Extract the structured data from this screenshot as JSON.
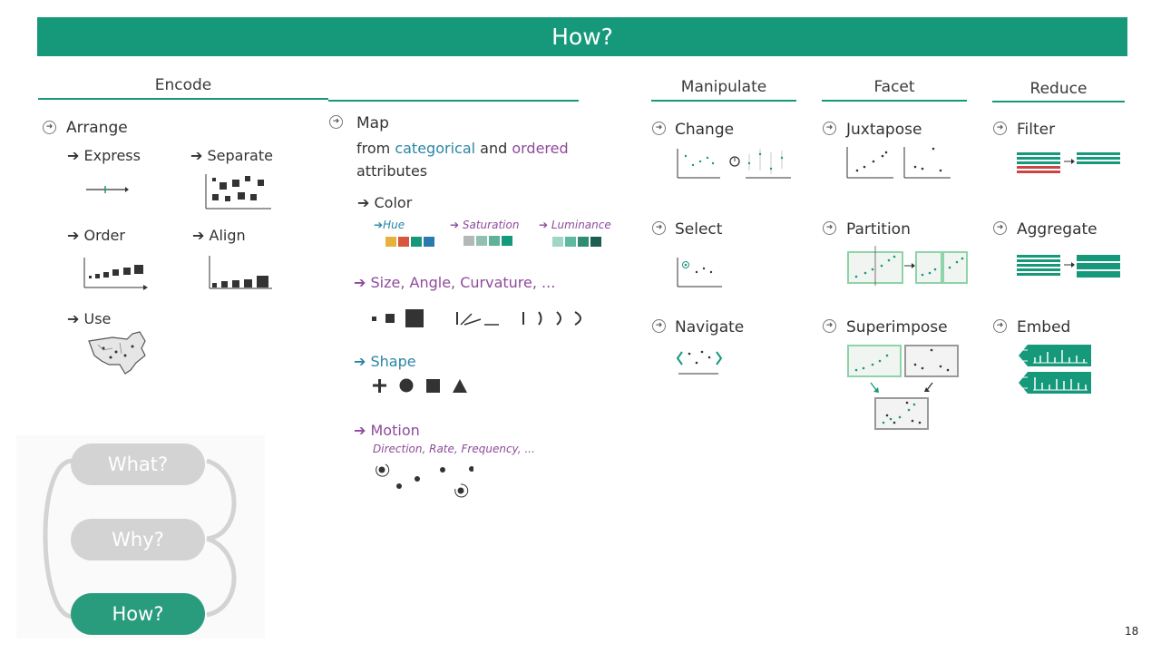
{
  "banner": {
    "title": "How?"
  },
  "encode": {
    "header": "Encode",
    "arrange": {
      "title": "Arrange",
      "express": "Express",
      "separate": "Separate",
      "order": "Order",
      "align": "Align",
      "use": "Use"
    },
    "map": {
      "title": "Map",
      "line1_a": "from ",
      "line1_cat": "categorical",
      "line1_b": " and ",
      "line1_ord": "ordered",
      "line2": "attributes",
      "color": "Color",
      "hue": "Hue",
      "saturation": "Saturation",
      "luminance": "Luminance",
      "size": "Size, Angle, Curvature, ...",
      "shape": "Shape",
      "motion": "Motion",
      "motion_sub": "Direction, Rate, Frequency, ..."
    }
  },
  "manipulate": {
    "header": "Manipulate",
    "change": "Change",
    "select": "Select",
    "navigate": "Navigate"
  },
  "facet": {
    "header": "Facet",
    "juxtapose": "Juxtapose",
    "partition": "Partition",
    "superimpose": "Superimpose"
  },
  "reduce": {
    "header": "Reduce",
    "filter": "Filter",
    "aggregate": "Aggregate",
    "embed": "Embed"
  },
  "cycle": {
    "what": "What?",
    "why": "Why?",
    "how": "How?"
  },
  "page_number": "18",
  "colors": {
    "accent": "#16997a",
    "purple": "#8e4a9c",
    "blue": "#2a86a6",
    "grey": "#d3d3d3"
  }
}
